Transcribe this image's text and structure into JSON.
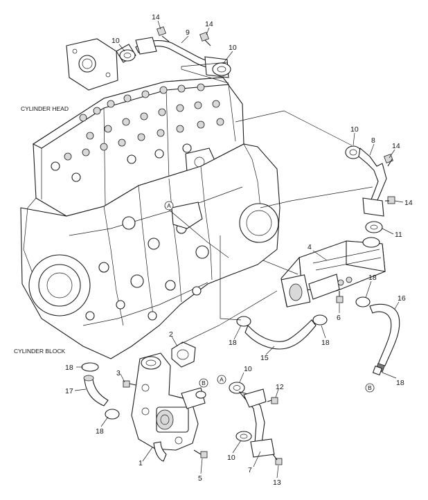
{
  "labels": {
    "cylinder_head": "CYLINDER HEAD",
    "cylinder_block": "CYLINDER BLOCK"
  },
  "connectors": {
    "a_block": "A",
    "a_pipe": "A",
    "b_mount": "B",
    "b_hose": "B"
  },
  "callouts": {
    "c14_top": "14",
    "c14_top2": "14",
    "c9": "9",
    "c10_top_left": "10",
    "c10_top_right": "10",
    "c10_right": "10",
    "c8": "8",
    "c14_right1": "14",
    "c14_right2": "14",
    "c11": "11",
    "c4": "4",
    "c18_cooler": "18",
    "c16": "16",
    "c6": "6",
    "c18_a": "18",
    "c15": "15",
    "c18_b": "18",
    "c2": "2",
    "c18_hose_end": "18",
    "c3": "3",
    "c18_left_top": "18",
    "c17": "17",
    "c18_left_bottom": "18",
    "c10_lower": "10",
    "c12": "12",
    "c10_lower2": "10",
    "c7": "7",
    "c13": "13",
    "c1": "1",
    "c5": "5"
  }
}
